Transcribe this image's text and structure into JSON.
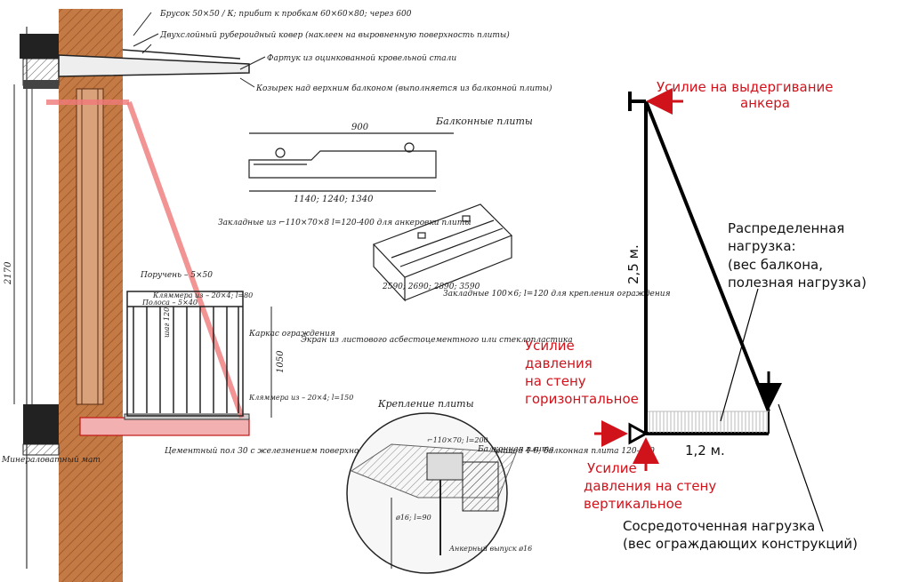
{
  "drawing": {
    "label_top1": "Брусок 50×50 / К; прибит к пробкам 60×60×80; через 600",
    "label_top2": "Двухслойный рубероидный ковер (наклеен на выровненную поверхность плиты)",
    "label_top3": "Фартук из оцинкованной кровельной стали",
    "label_canopy": "Козырек над верхним балконом (выполняется из балконной плиты)",
    "label_plates": "Балконные плиты",
    "dim_900": "900",
    "dim_1140": "1140; 1240; 1340",
    "label_anchor_emb": "Закладные из ⌐110×70×8 l=120-400 для анкеровки плиты",
    "dim_length": "2590; 2690; 2890; 3590",
    "label_emb2": "Закладные 100×6; l=120 для крепления ограждения",
    "label_rail": "Поручень – 5×50",
    "label_clamp": "Кляммера из – 20×4; l=80",
    "label_strip": "Полоса – 5×40",
    "label_step": "шаг 120",
    "label_frame": "Каркас ограждения",
    "label_screen": "Экран из листового асбестоцементного или стеклопластика",
    "dim_1050": "1050",
    "dim_2170": "2170",
    "label_clamp2": "Кляммера из – 20×4; l=150",
    "label_floor": "Цементный пол 30 с железнением поверхности, армированный стальной сеткой 4-6; балконная плита 120-100",
    "label_mat": "Минераловатный мат",
    "label_fix_title": "Крепление плиты",
    "label_fix_angle": "⌐110×70; l=200",
    "label_fix_plate": "Балконная плита",
    "label_fix_bar": "ø16; l=90",
    "label_fix_out": "Анкерный выпуск ø16"
  },
  "scheme": {
    "force_anchor": [
      "Усилие на выдергивание",
      "анкера"
    ],
    "dim_height": "2,5 м.",
    "dim_width": "1,2 м.",
    "distributed_load": [
      "Распределенная",
      "нагрузка:",
      "(вес балкона,",
      "полезная нагрузка)"
    ],
    "force_horizontal": [
      "Усилие",
      "давления",
      "на стену",
      "горизонтальное"
    ],
    "force_vertical": [
      "Усилие",
      "давления на стену",
      "вертикальное"
    ],
    "concentrated_load": [
      "Сосредоточенная нагрузка",
      "(вес ограждающих конструкций)"
    ]
  },
  "colors": {
    "brick": "#c0763e",
    "red_text": "#d0121b",
    "pink_line": "#f07a7a",
    "hatch": "#c8c8c8"
  }
}
